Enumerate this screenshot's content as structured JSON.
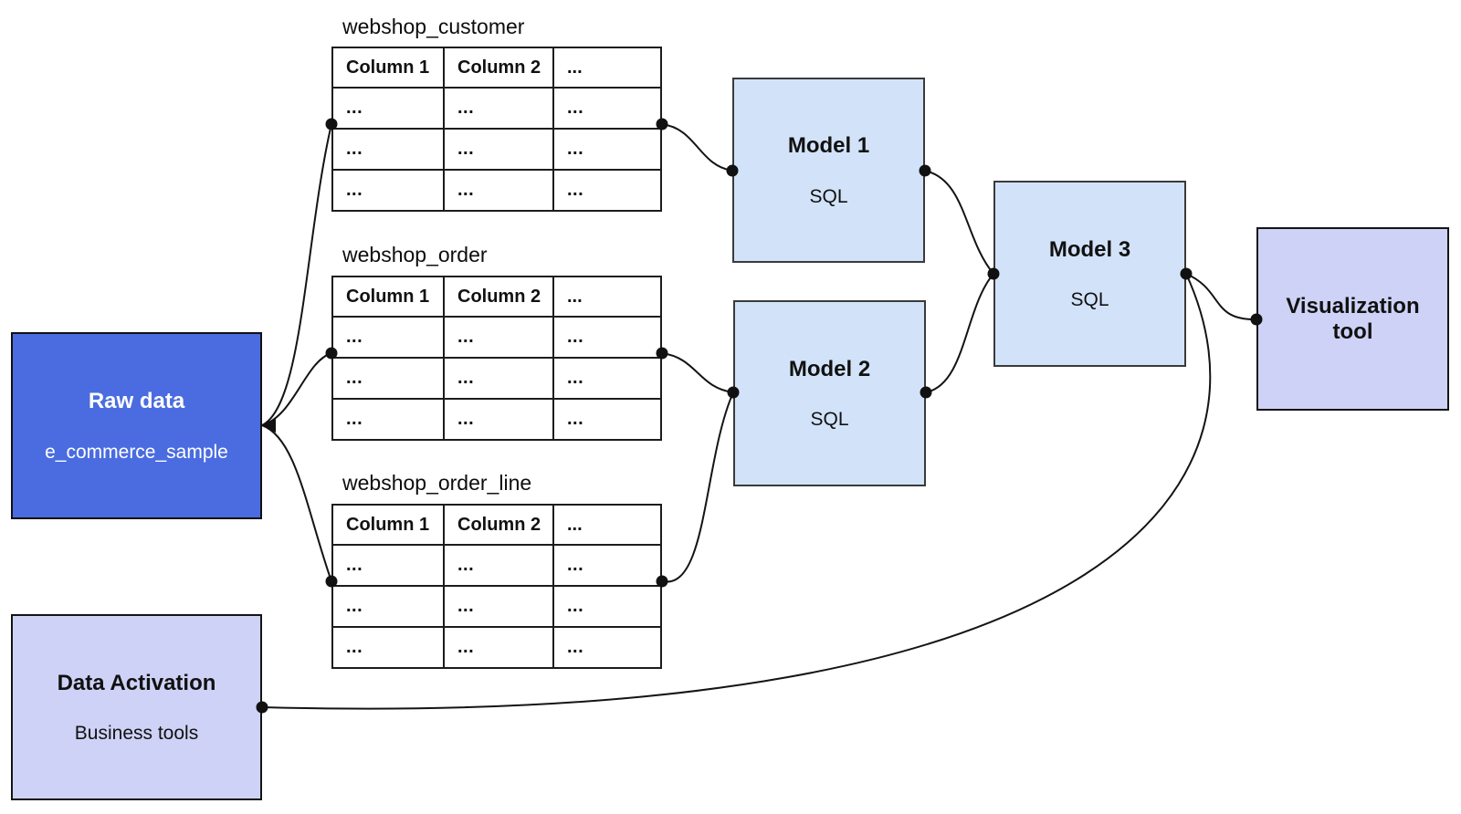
{
  "diagram": {
    "background": "#ffffff",
    "boxes": {
      "raw_data": {
        "title": "Raw data",
        "subtitle": "e_commerce_sample",
        "fill": "#4a6ce0",
        "text_color": "#ffffff"
      },
      "model_1": {
        "title": "Model 1",
        "subtitle": "SQL",
        "fill": "#d2e3f9",
        "text_color": "#111111"
      },
      "model_2": {
        "title": "Model 2",
        "subtitle": "SQL",
        "fill": "#d2e3f9",
        "text_color": "#111111"
      },
      "model_3": {
        "title": "Model 3",
        "subtitle": "SQL",
        "fill": "#d2e3f9",
        "text_color": "#111111"
      },
      "visualization_tool": {
        "title": "Visualization tool",
        "fill": "#ced2f6",
        "text_color": "#111111"
      },
      "data_activation": {
        "title": "Data Activation",
        "subtitle": "Business tools",
        "fill": "#ced2f6",
        "text_color": "#111111"
      }
    },
    "tables": [
      {
        "title": "webshop_customer",
        "columns": [
          "Column 1",
          "Column 2",
          "..."
        ],
        "rows": [
          [
            "...",
            "...",
            "..."
          ],
          [
            "...",
            "...",
            "..."
          ],
          [
            "...",
            "...",
            "..."
          ]
        ]
      },
      {
        "title": "webshop_order",
        "columns": [
          "Column 1",
          "Column 2",
          "..."
        ],
        "rows": [
          [
            "...",
            "...",
            "..."
          ],
          [
            "...",
            "...",
            "..."
          ],
          [
            "...",
            "...",
            "..."
          ]
        ]
      },
      {
        "title": "webshop_order_line",
        "columns": [
          "Column 1",
          "Column 2",
          "..."
        ],
        "rows": [
          [
            "...",
            "...",
            "..."
          ],
          [
            "...",
            "...",
            "..."
          ],
          [
            "...",
            "...",
            "..."
          ]
        ]
      }
    ],
    "connections": [
      {
        "from": "raw_data",
        "to": "webshop_customer"
      },
      {
        "from": "raw_data",
        "to": "webshop_order"
      },
      {
        "from": "raw_data",
        "to": "webshop_order_line"
      },
      {
        "from": "webshop_customer",
        "to": "model_1"
      },
      {
        "from": "webshop_order",
        "to": "model_2"
      },
      {
        "from": "webshop_order_line",
        "to": "model_2"
      },
      {
        "from": "model_1",
        "to": "model_3"
      },
      {
        "from": "model_2",
        "to": "model_3"
      },
      {
        "from": "model_3",
        "to": "visualization_tool"
      },
      {
        "from": "model_3",
        "to": "data_activation"
      }
    ]
  }
}
